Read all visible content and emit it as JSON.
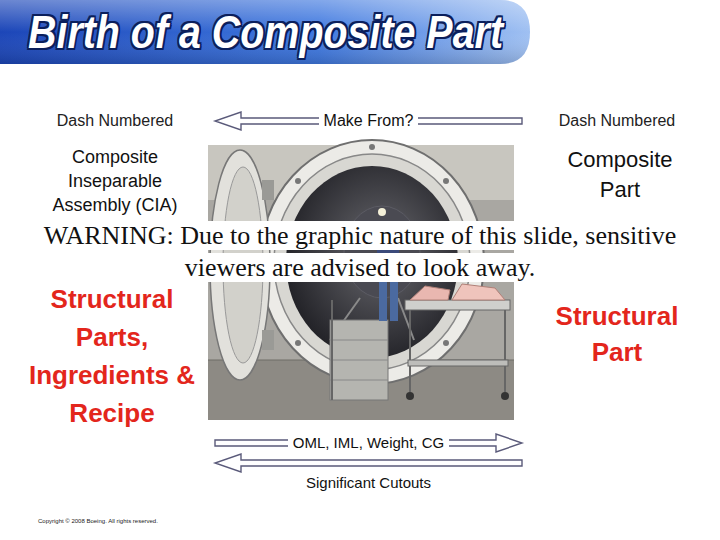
{
  "diagram": {
    "title": "Birth of a Composite Part",
    "nodes": [
      {
        "text": [
          "Dash Numbered",
          "Composite Inseparable Assembly (CIA)",
          "Structural Parts, Ingredients & Recipe"
        ]
      },
      {
        "text": [
          "Dash Numbered",
          "Composite Part",
          "Structural Part"
        ]
      }
    ],
    "edges": [
      {
        "from": 1,
        "to": 0,
        "label": "Make From?",
        "arrow": "to"
      },
      {
        "from": 0,
        "to": 1,
        "label": "OML, IML, Weight, CG",
        "arrow": "to"
      },
      {
        "from": 1,
        "to": 0,
        "label": "Significant Cutouts",
        "arrow": "to"
      }
    ],
    "labels": [
      "WARNING: Due to the graphic nature of this slide, sensitive viewers are advised to look away.",
      "Copyright © 2008 Boeing. All rights reserved."
    ]
  }
}
